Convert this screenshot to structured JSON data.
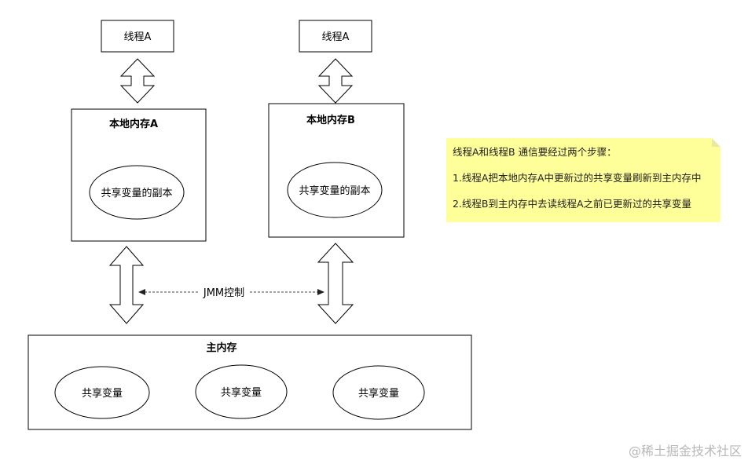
{
  "threads": [
    {
      "label": "线程A"
    },
    {
      "label": "线程A"
    }
  ],
  "local_memory": [
    {
      "title": "本地内存A",
      "copy_label": "共享变量的副本"
    },
    {
      "title": "本地内存B",
      "copy_label": "共享变量的副本"
    }
  ],
  "jmm_label": "JMM控制",
  "main_memory": {
    "title": "主内存",
    "variables": [
      "共享变量",
      "共享变量",
      "共享变量"
    ]
  },
  "note": {
    "lines": [
      "线程A和线程B 通信要经过两个步骤：",
      "1.线程A把本地内存A中更新过的共享变量刷新到主内存中",
      "2.线程B到主内存中去读线程A之前已更新过的共享变量"
    ],
    "background_color": "#ffff99"
  },
  "watermark": "@稀土掘金技术社区"
}
